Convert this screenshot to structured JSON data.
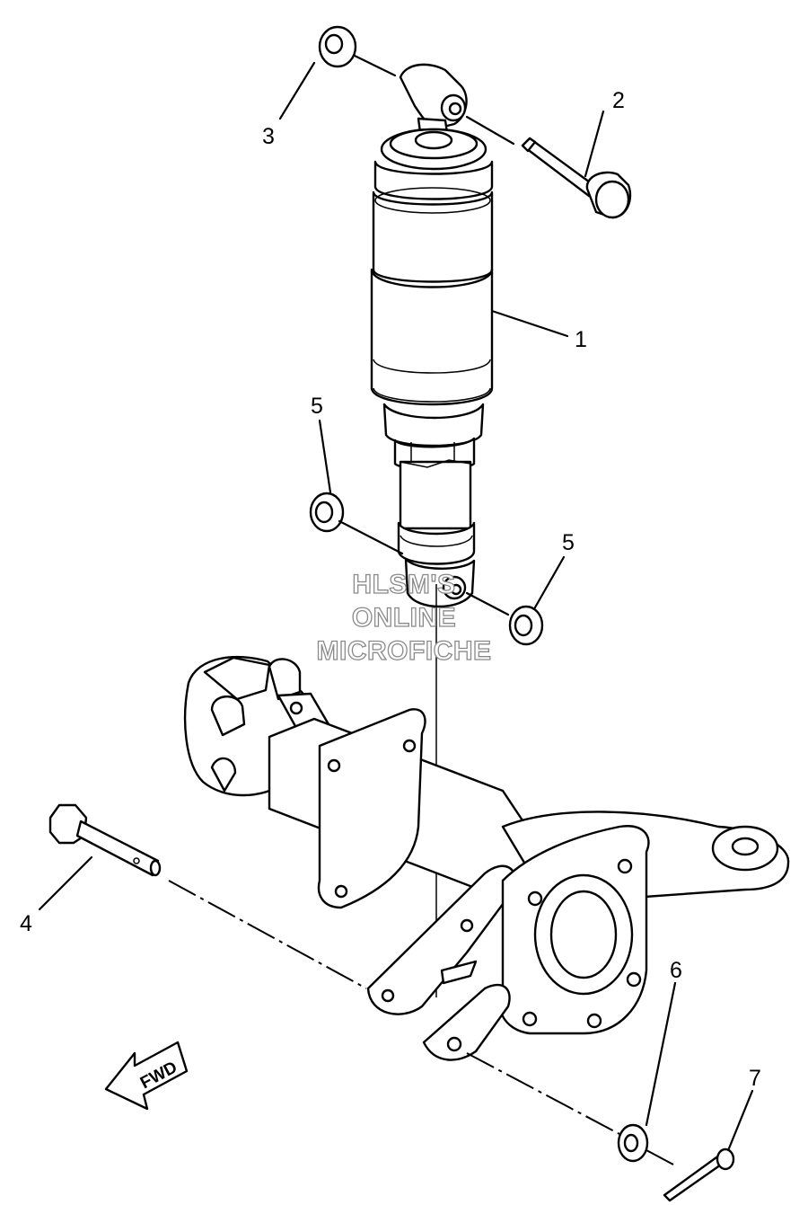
{
  "callouts": [
    {
      "id": "1",
      "label": "1"
    },
    {
      "id": "2",
      "label": "2"
    },
    {
      "id": "3",
      "label": "3"
    },
    {
      "id": "4",
      "label": "4"
    },
    {
      "id": "5a",
      "label": "5"
    },
    {
      "id": "5b",
      "label": "5"
    },
    {
      "id": "6",
      "label": "6"
    },
    {
      "id": "7",
      "label": "7"
    }
  ],
  "watermark": {
    "line1": "HLSM'S",
    "line2": "ONLINE",
    "line3": "MICROFICHE"
  },
  "direction_arrow": {
    "label": "FWD",
    "icon": "fwd-arrow-icon"
  },
  "colors": {
    "ink": "#000000",
    "background": "#ffffff",
    "watermark_outline": "#8a8a8a"
  }
}
